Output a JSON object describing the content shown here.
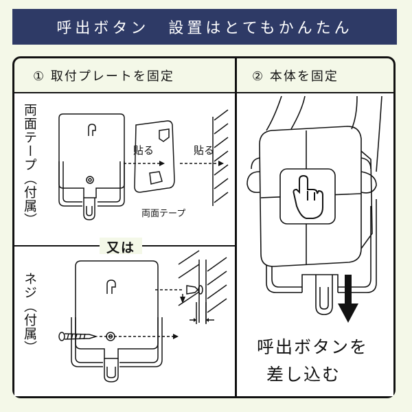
{
  "banner": {
    "title_a": "呼出ボタン",
    "title_b": "設置はとてもかんたん"
  },
  "step1": {
    "title": "① 取付プレートを固定",
    "tape_label": "両面テープ（付属）",
    "paste_label_1": "貼る",
    "paste_label_2": "貼る",
    "tape_caption": "両面テープ",
    "or_label": "又は",
    "screw_label": "ネジ（付属）"
  },
  "step2": {
    "title": "② 本体を固定",
    "caption_line1": "呼出ボタンを",
    "caption_line2": "差し込む"
  },
  "colors": {
    "banner_bg": "#2e3a66",
    "page_bg": "#f4f8e8",
    "line": "#111111"
  },
  "icons": [
    "hand-pointer-icon",
    "arrow-down-icon",
    "screw-icon"
  ]
}
